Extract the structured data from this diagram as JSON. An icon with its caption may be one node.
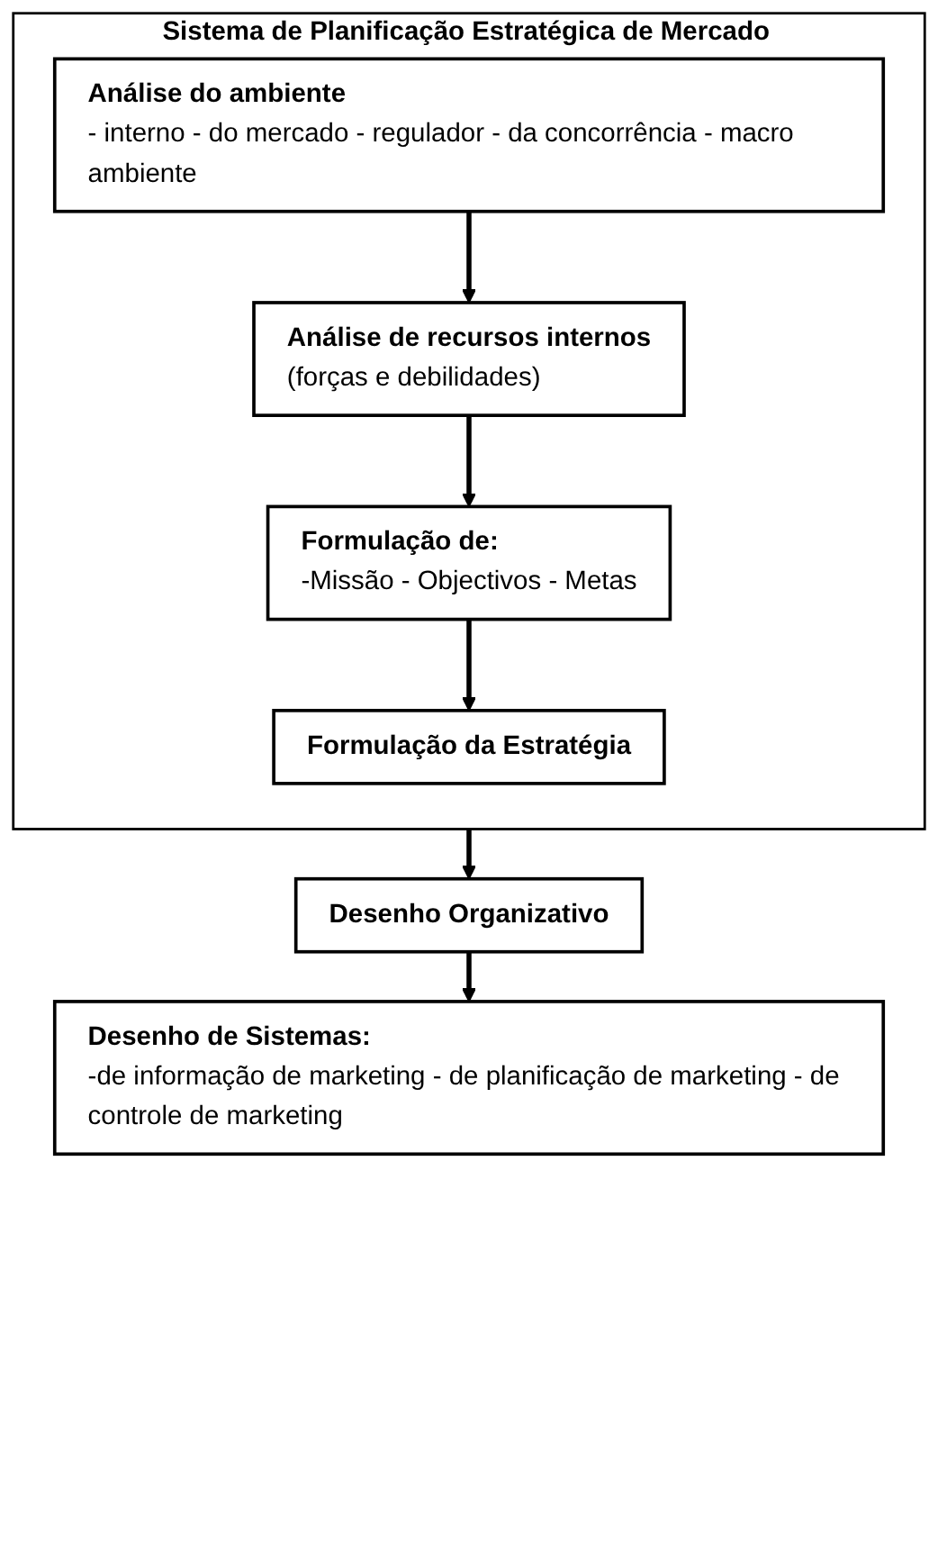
{
  "diagram": {
    "nodes": [
      {
        "text": [
          "Sistema de Planificação Estratégica de Mercado"
        ]
      },
      {
        "text": [
          "Análise do ambiente",
          "- interno - do mercado - regulador - da concorrência - macro ambiente"
        ],
        "in": 0
      },
      {
        "text": [
          "Análise de recursos internos",
          "(forças e debilidades)"
        ],
        "in": 0
      },
      {
        "text": [
          "Formulação de:",
          "-Missão - Objectivos - Metas"
        ],
        "in": 0
      },
      {
        "text": [
          "Formulação da Estratégia"
        ],
        "in": 0
      },
      {
        "text": [
          "Desenho Organizativo"
        ]
      },
      {
        "text": [
          "Desenho de Sistemas:",
          "-de informação de marketing - de planificação de marketing - de controle de marketing"
        ]
      }
    ],
    "edges": [
      {
        "from": 1,
        "to": 2,
        "arrow": "to"
      },
      {
        "from": 2,
        "to": 3,
        "arrow": "to"
      },
      {
        "from": 3,
        "to": 4,
        "arrow": "to"
      },
      {
        "from": 0,
        "to": 5,
        "arrow": "to"
      },
      {
        "from": 5,
        "to": 6,
        "arrow": "to"
      }
    ]
  }
}
